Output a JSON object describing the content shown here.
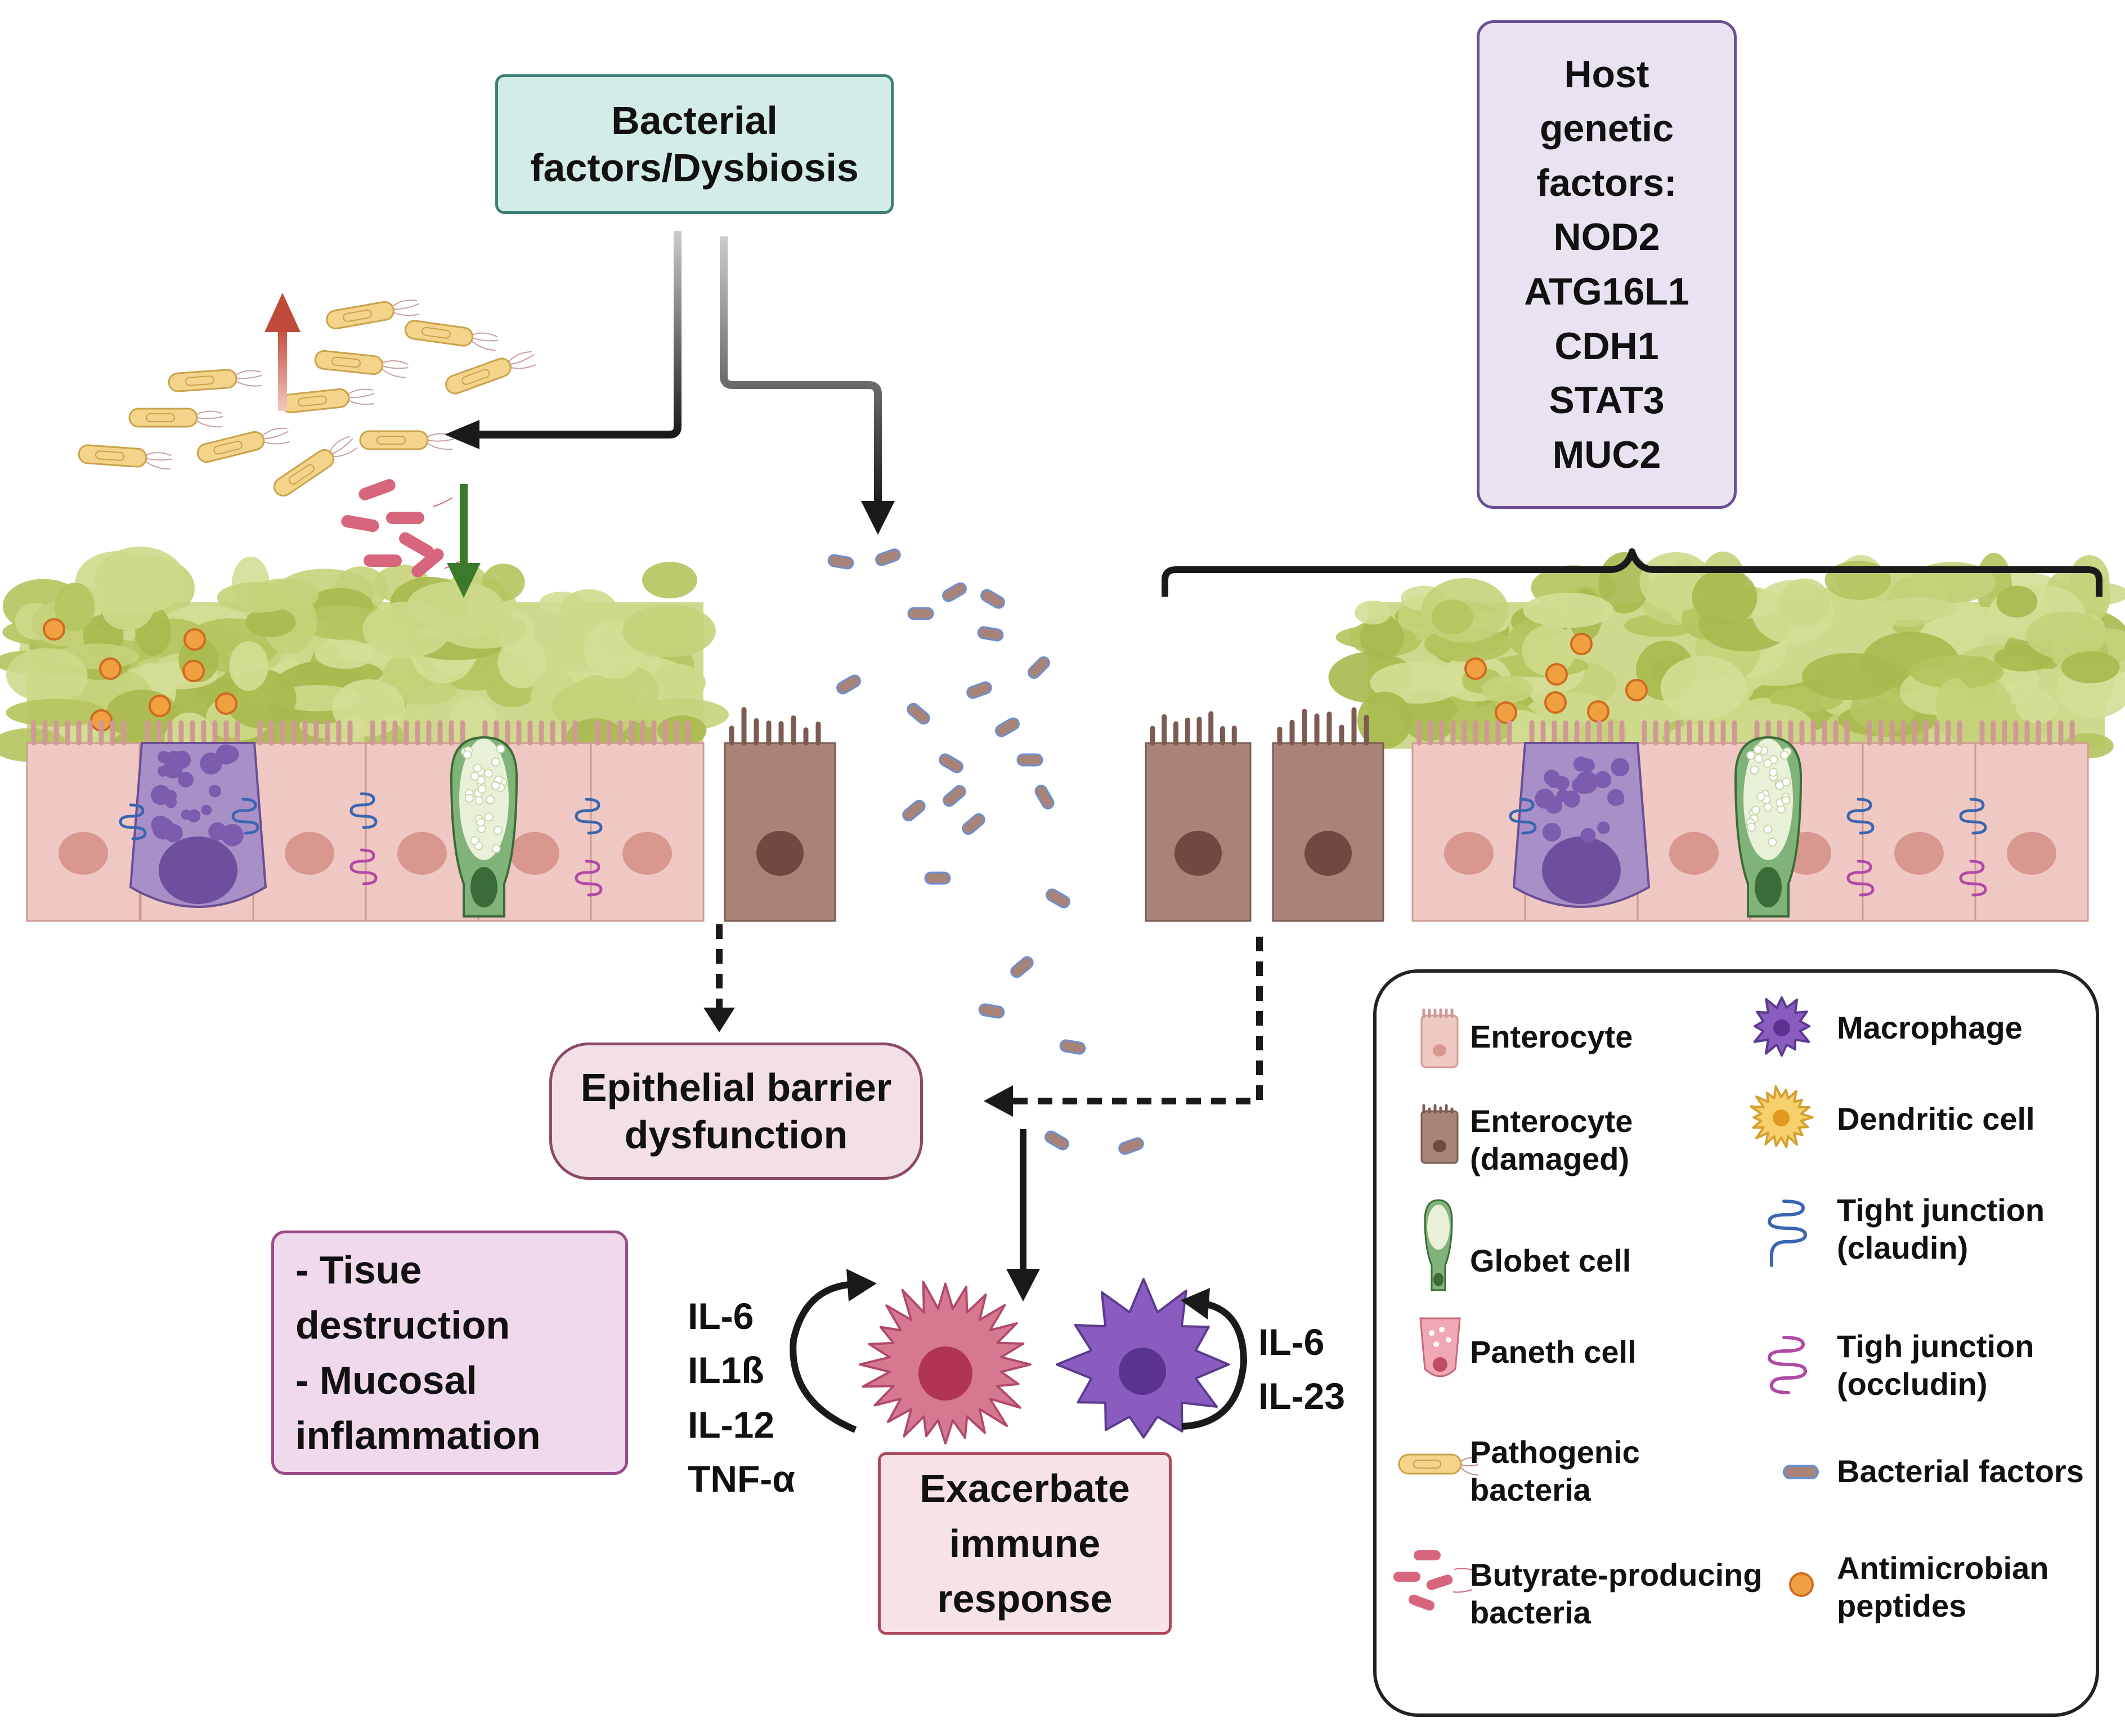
{
  "boxes": {
    "bacterial": [
      "Bacterial",
      "factors/Dysbiosis"
    ],
    "host": [
      "Host",
      "genetic",
      "factors:",
      "NOD2",
      "ATG16L1",
      "CDH1",
      "STAT3",
      "MUC2"
    ],
    "barrier": [
      "Epithelial barrier",
      "dysfunction"
    ],
    "tissue": [
      "- Tisue",
      "destruction",
      "- Mucosal",
      "inflammation"
    ],
    "immune": [
      "Exacerbate",
      "immune",
      "response"
    ]
  },
  "cytokines_left": [
    "IL-6",
    "IL1ß",
    "IL-12",
    "TNF-α"
  ],
  "cytokines_right": [
    "IL-6",
    "IL-23"
  ],
  "legend": {
    "items": [
      {
        "label": [
          "Enterocyte"
        ],
        "icon": "enterocyte-icon"
      },
      {
        "label": [
          "Enterocyte",
          "(damaged)"
        ],
        "icon": "damaged-enterocyte-icon"
      },
      {
        "label": [
          "Globet cell"
        ],
        "icon": "goblet-cell-icon"
      },
      {
        "label": [
          "Paneth cell"
        ],
        "icon": "paneth-cell-icon"
      },
      {
        "label": [
          "Pathogenic",
          "bacteria"
        ],
        "icon": "pathogenic-bacteria-icon"
      },
      {
        "label": [
          "Butyrate-producing",
          "bacteria"
        ],
        "icon": "butyrate-bacteria-icon"
      },
      {
        "label": [
          "Macrophage"
        ],
        "icon": "macrophage-icon"
      },
      {
        "label": [
          "Dendritic cell"
        ],
        "icon": "dendritic-cell-icon"
      },
      {
        "label": [
          "Tight junction",
          "(claudin)"
        ],
        "icon": "claudin-junction-icon"
      },
      {
        "label": [
          "Tigh junction",
          "(occludin)"
        ],
        "icon": "occludin-junction-icon"
      },
      {
        "label": [
          "Bacterial factors"
        ],
        "icon": "bacterial-factor-icon"
      },
      {
        "label": [
          "Antimicrobian",
          "peptides"
        ],
        "icon": "antimicrobial-peptide-icon"
      }
    ]
  },
  "colors": {
    "bacterial_box": "#d3ece8",
    "host_box": "#e9e2f1",
    "barrier_box": "#f2dfe8",
    "tissue_box": "#f1d9ec",
    "immune_box": "#f7e2e6",
    "enterocyte": "#f0c8c3",
    "damaged": "#a88478",
    "mucus": "#c5d27a",
    "paneth": "#a98fc7",
    "goblet": "#7fb37a",
    "peptide": "#f0a040",
    "bacterial_factor": "#a88478",
    "red_arrow": "#c04a3a",
    "green_arrow": "#3a7a2a",
    "macrophage": "#8a5cbf",
    "dendritic": "#d77891"
  }
}
